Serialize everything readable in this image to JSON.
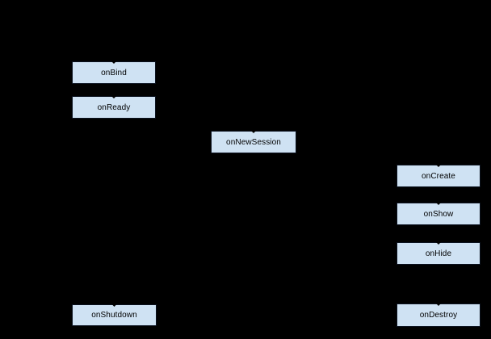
{
  "diagram": {
    "type": "lifecycle-flow",
    "colors": {
      "background": "#000000",
      "node_fill": "#cfe2f3",
      "node_border": "#0c1320",
      "node_text": "#000000"
    },
    "nodes": [
      {
        "id": "onBind",
        "label": "onBind"
      },
      {
        "id": "onReady",
        "label": "onReady"
      },
      {
        "id": "onNewSession",
        "label": "onNewSession"
      },
      {
        "id": "onCreate",
        "label": "onCreate"
      },
      {
        "id": "onShow",
        "label": "onShow"
      },
      {
        "id": "onHide",
        "label": "onHide"
      },
      {
        "id": "onShutdown",
        "label": "onShutdown"
      },
      {
        "id": "onDestroy",
        "label": "onDestroy"
      }
    ]
  }
}
